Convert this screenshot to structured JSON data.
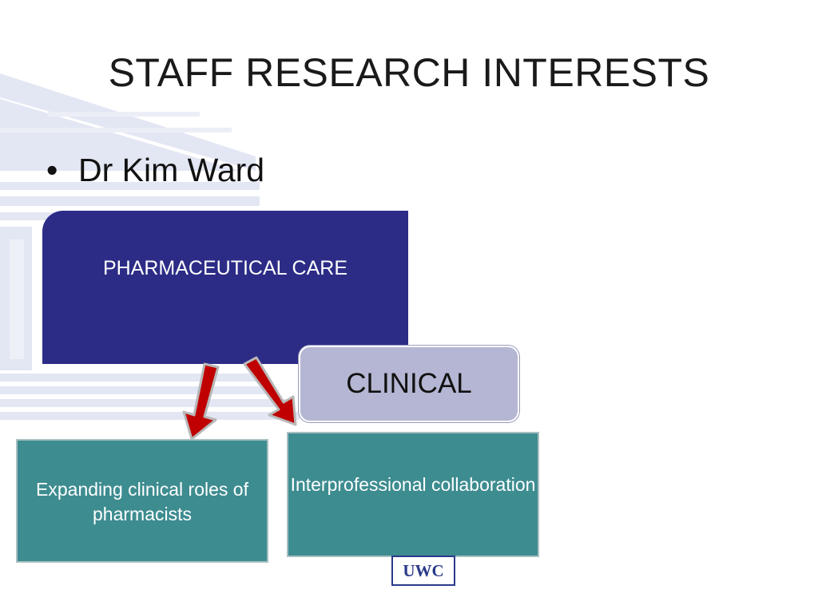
{
  "slide": {
    "title": "STAFF RESEARCH INTERESTS",
    "bullet": "Dr Kim Ward"
  },
  "diagram": {
    "main_topic": "PHARMACEUTICAL CARE",
    "category": "CLINICAL",
    "subtopics": [
      "Expanding clinical roles of pharmacists",
      "Interprofessional collaboration"
    ]
  },
  "logo": {
    "text": "UWC"
  },
  "colors": {
    "main_box": "#2c2c87",
    "category_box": "#b5b6d3",
    "subtopic_box": "#3d8c90",
    "arrow": "#c00000",
    "watermark": "#dfe2f2"
  }
}
